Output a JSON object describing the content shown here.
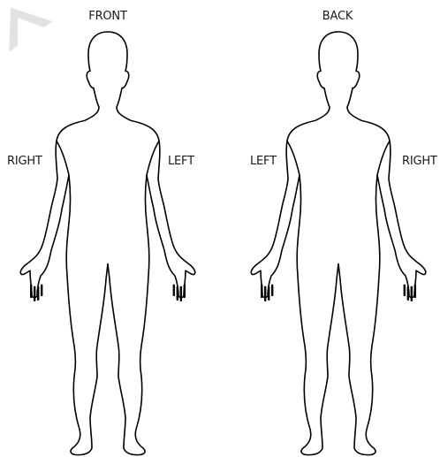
{
  "figures": {
    "front": {
      "title": "FRONT",
      "side_left": "RIGHT",
      "side_right": "LEFT"
    },
    "back": {
      "title": "BACK",
      "side_left": "LEFT",
      "side_right": "RIGHT"
    }
  },
  "colors": {
    "outline": "#000000",
    "text": "#1a1a1a",
    "watermark": "#d9d9d9"
  }
}
